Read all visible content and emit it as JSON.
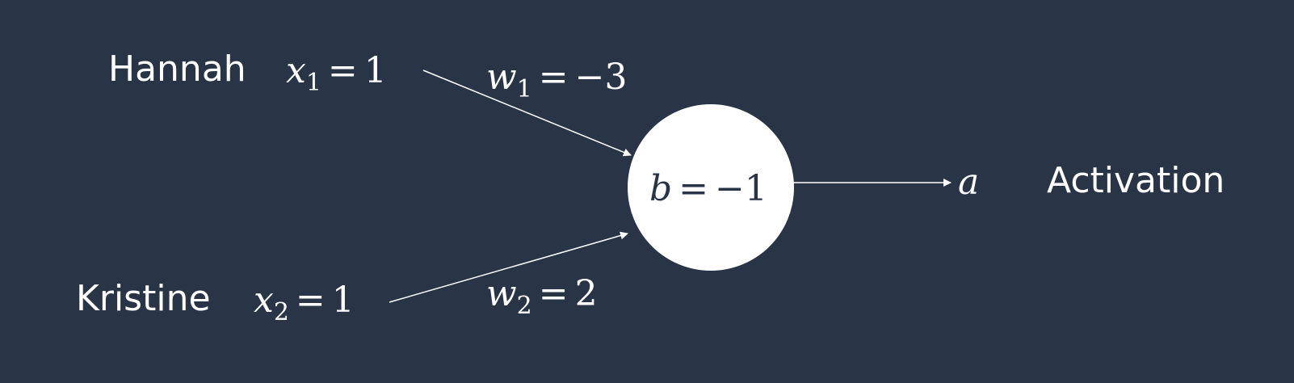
{
  "inputs": [
    {
      "name": "Hannah",
      "var": "x",
      "sub": "1",
      "value": "1",
      "weight_var": "w",
      "weight_sub": "1",
      "weight_value": "−3"
    },
    {
      "name": "Kristine",
      "var": "x",
      "sub": "2",
      "value": "1",
      "weight_var": "w",
      "weight_sub": "2",
      "weight_value": "2"
    }
  ],
  "neuron": {
    "bias_var": "b",
    "bias_value": "−1"
  },
  "output": {
    "var": "a",
    "label": "Activation"
  },
  "operator": "=",
  "colors": {
    "background": "#293547",
    "foreground": "#ffffff"
  }
}
